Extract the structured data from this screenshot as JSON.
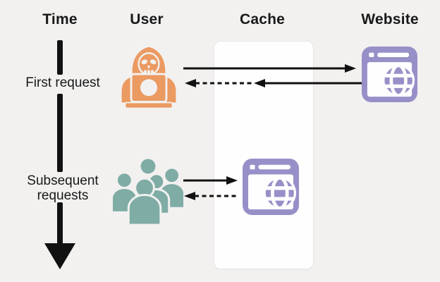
{
  "diagram": {
    "columns": [
      {
        "id": "time",
        "label": "Time"
      },
      {
        "id": "user",
        "label": "User"
      },
      {
        "id": "cache",
        "label": "Cache"
      },
      {
        "id": "website",
        "label": "Website"
      }
    ],
    "rows": [
      {
        "id": "first-request",
        "label": "First request"
      },
      {
        "id": "subsequent-requests",
        "label": "Subsequent requests"
      }
    ],
    "icons": {
      "user_first": "hacker-at-laptop-icon",
      "user_subsequent": "user-group-icon",
      "cache": "browser-globe-icon",
      "website": "browser-globe-icon",
      "timeline": "down-arrow-timeline"
    },
    "arrows": [
      {
        "id": "first-request-to-website",
        "from": "user",
        "to": "website",
        "style": "solid"
      },
      {
        "id": "first-response-website-to-cache",
        "from": "website",
        "to": "cache",
        "style": "solid"
      },
      {
        "id": "first-response-cache-to-user",
        "from": "cache",
        "to": "user",
        "style": "dashed"
      },
      {
        "id": "subsequent-request-to-cache",
        "from": "user",
        "to": "cache",
        "style": "solid"
      },
      {
        "id": "subsequent-response-cache-to-user",
        "from": "cache",
        "to": "user",
        "style": "dashed"
      }
    ],
    "colors": {
      "background": "#F2F1F0",
      "text": "#191919",
      "arrow": "#111111",
      "hacker": "#EB9A62",
      "group": "#7FACA5",
      "browser": "#9790C8",
      "panel_fill": "#FEFEFE",
      "panel_border": "#E8E7E5"
    }
  }
}
